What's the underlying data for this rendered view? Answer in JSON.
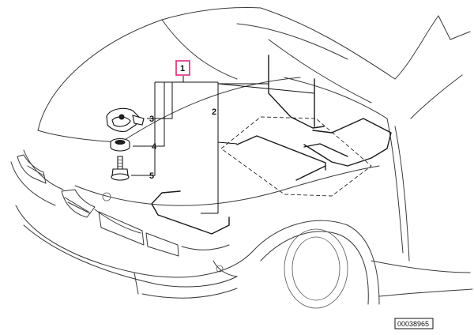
{
  "callouts": {
    "c1": "1",
    "c2": "2",
    "c3": "3",
    "c4": "4",
    "c5": "5"
  },
  "reference_number": "00038965",
  "colors": {
    "highlight": "#e0287a",
    "line": "#1a1a1a"
  }
}
